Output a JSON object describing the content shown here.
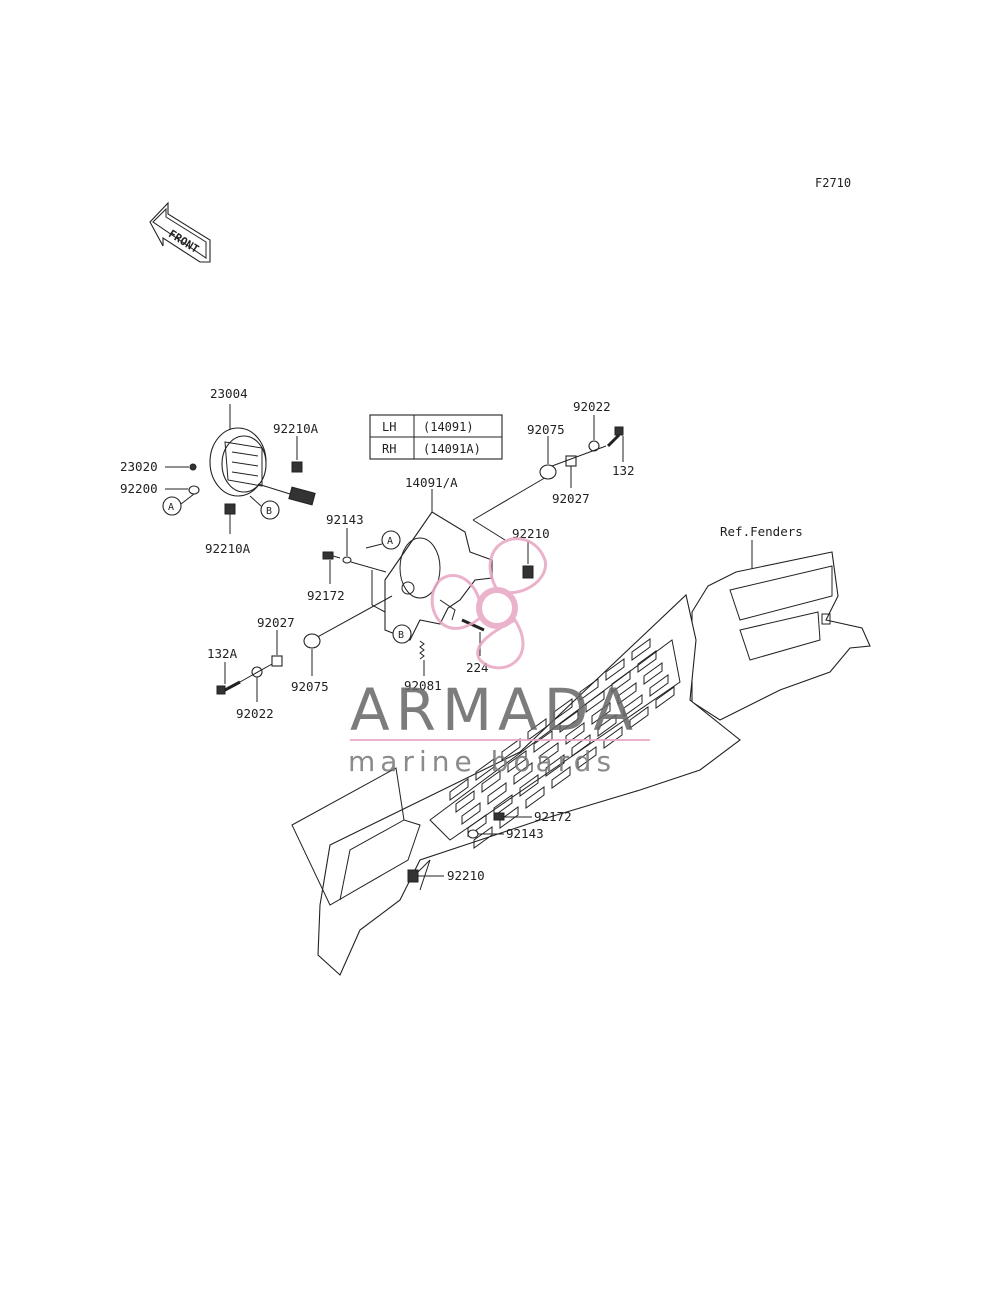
{
  "figure_code": "F2710",
  "front_label": "FRONT",
  "ref_label": "Ref.Fenders",
  "variant_table": {
    "rows": [
      {
        "side": "LH",
        "part": "(14091)"
      },
      {
        "side": "RH",
        "part": "(14091A)"
      }
    ]
  },
  "callouts": {
    "p23004": "23004",
    "p92210A_top": "92210A",
    "p23020": "23020",
    "p92200": "92200",
    "p92210A_bottom": "92210A",
    "p14091A": "14091/A",
    "p92075_top": "92075",
    "p92022_top": "92022",
    "p132": "132",
    "p92027_top": "92027",
    "p92210_right": "92210",
    "p92143_left": "92143",
    "p92172_left": "92172",
    "p92027_left": "92027",
    "p132A": "132A",
    "p92075_left": "92075",
    "p92022_left": "92022",
    "p92081": "92081",
    "p224": "224",
    "p92172_bottom": "92172",
    "p92143_bottom": "92143",
    "p92210_bottom": "92210"
  },
  "markers": {
    "a1": "A",
    "b1": "B",
    "a2": "A",
    "b2": "B"
  },
  "watermark": {
    "brand": "ARMADA",
    "tagline": "marine boards",
    "accent_color": "#e8a5c3"
  }
}
